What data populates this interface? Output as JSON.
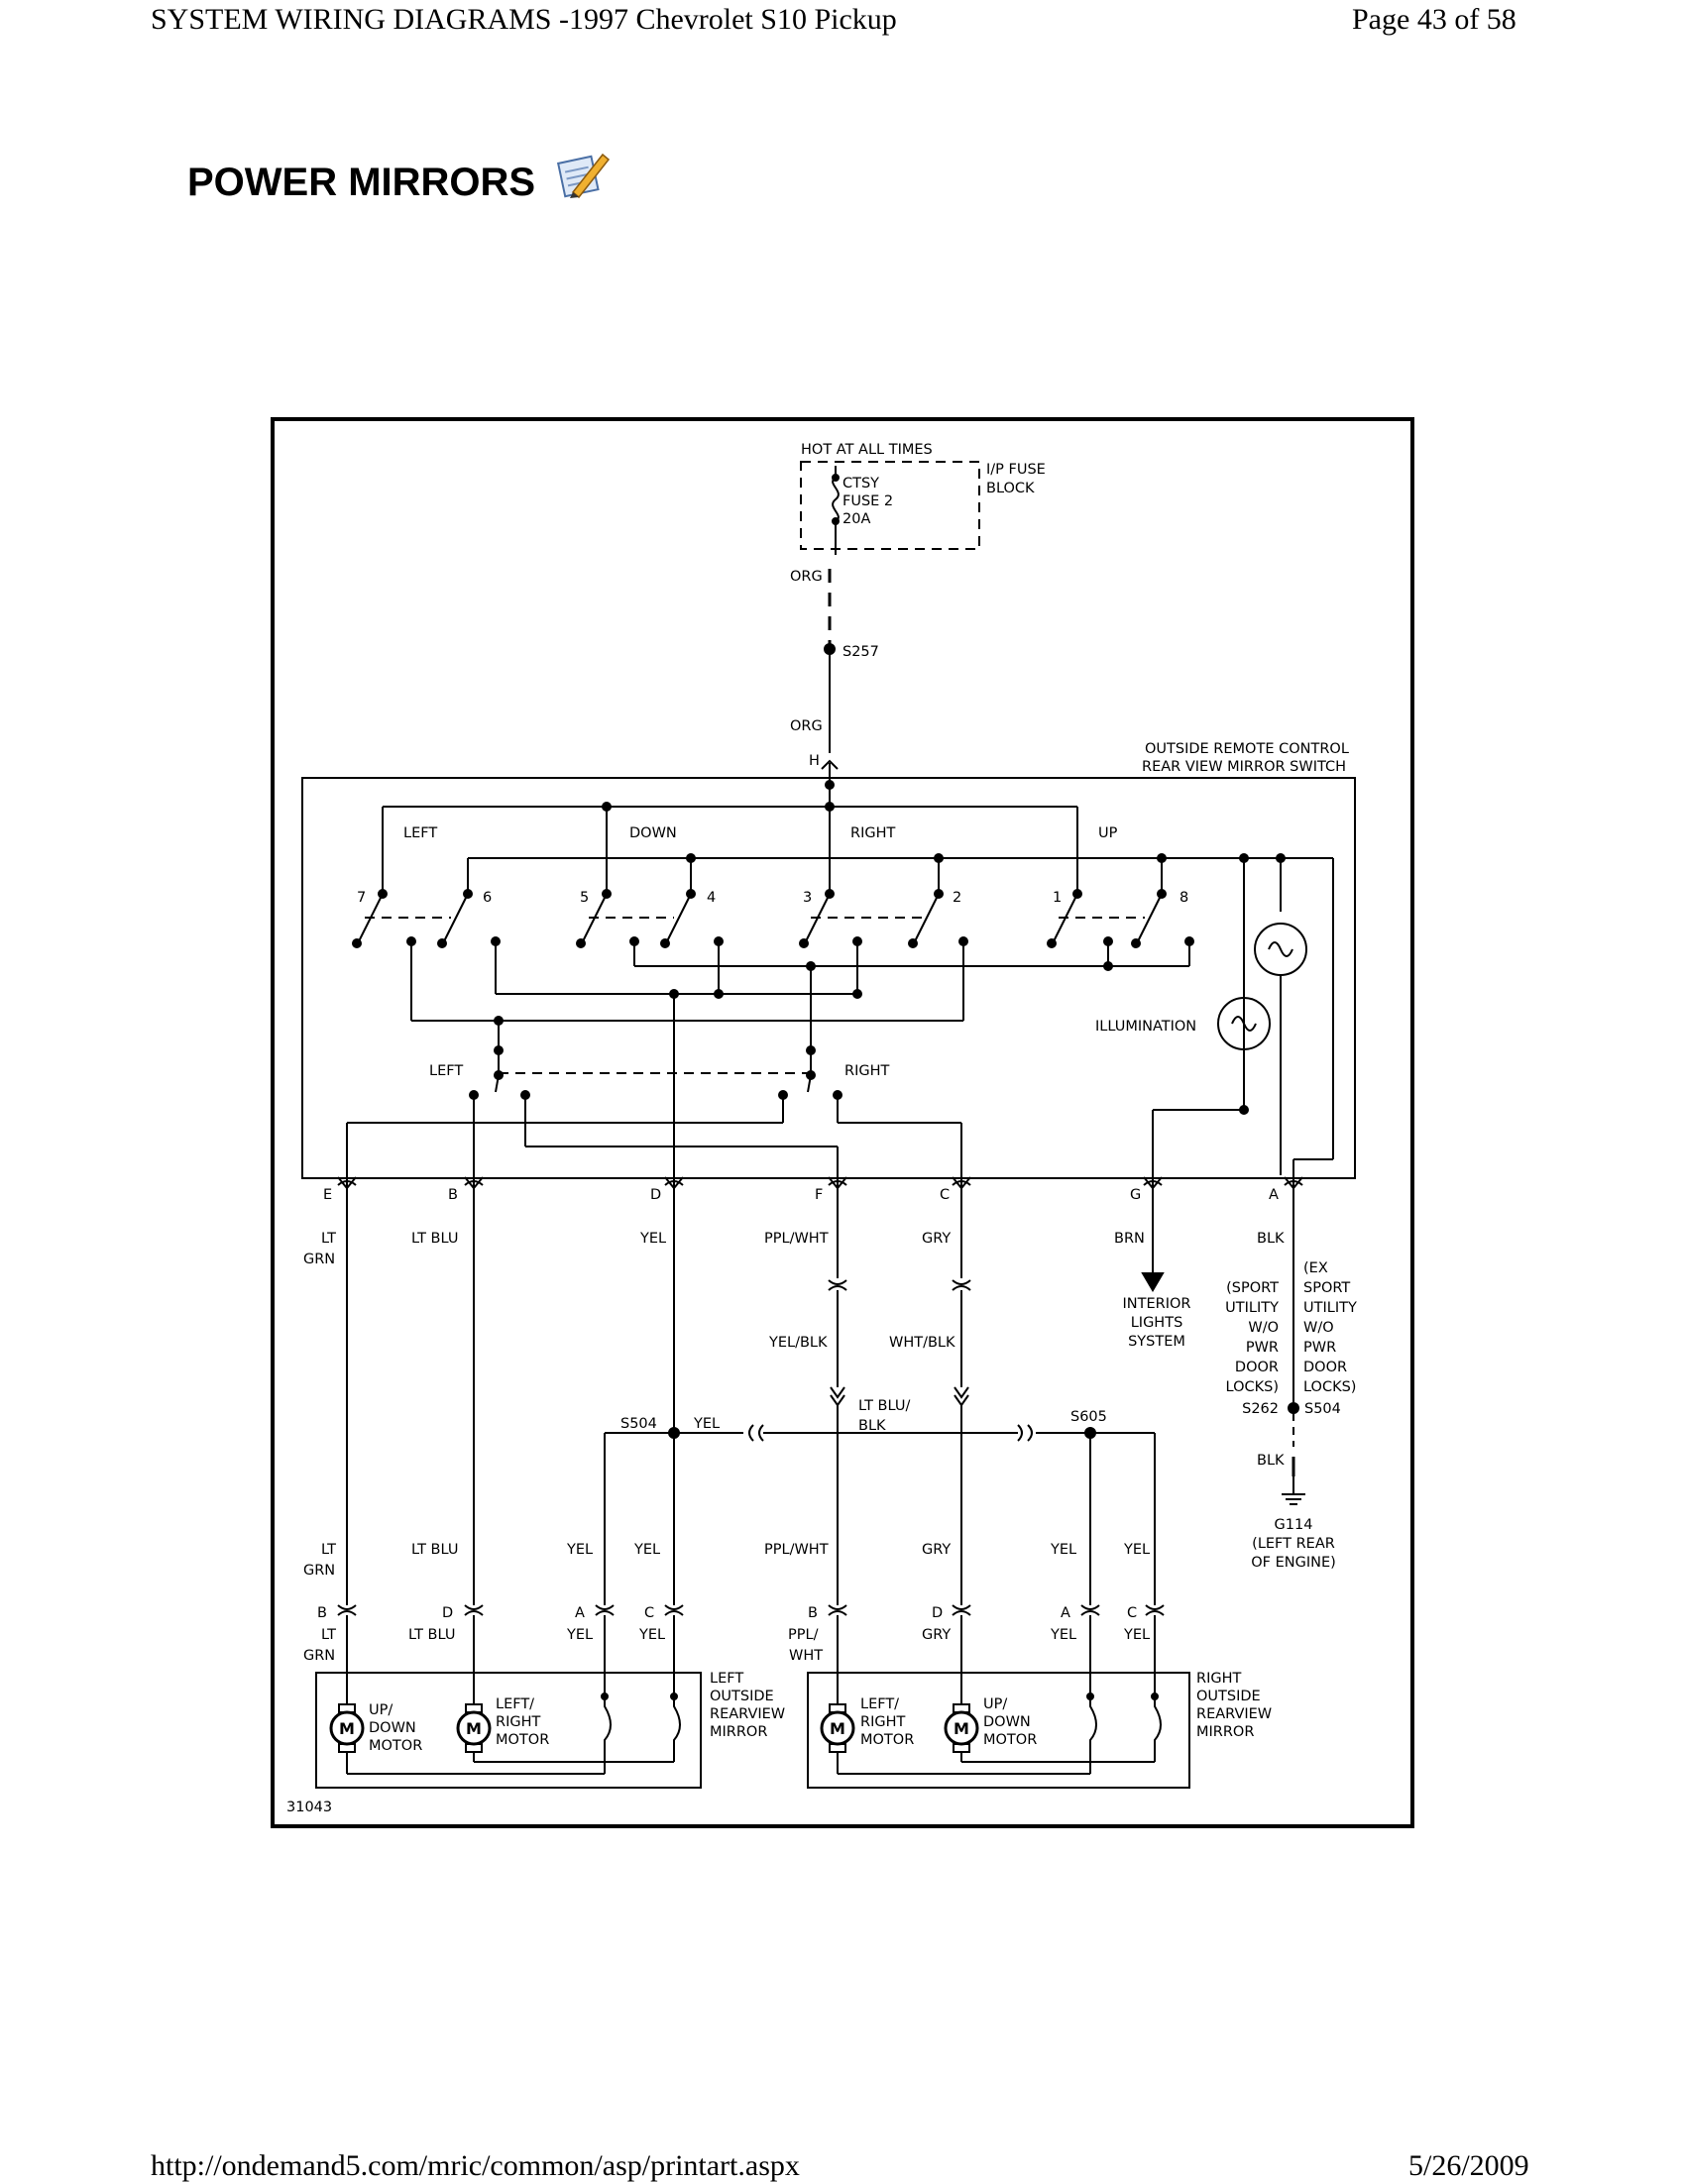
{
  "header": {
    "left": "SYSTEM WIRING DIAGRAMS -1997 Chevrolet S10 Pickup",
    "right": "Page 43 of 58"
  },
  "footer": {
    "url": "http://ondemand5.com/mric/common/asp/printart.aspx",
    "date": "5/26/2009"
  },
  "page_title": "POWER MIRRORS",
  "icons": {
    "edit": "notepad-pencil-icon"
  },
  "diagram": {
    "power_source": {
      "hot": "HOT AT ALL TIMES",
      "fuse": [
        "CTSY",
        "FUSE 2",
        "20A"
      ],
      "fuse_block": [
        "I/P FUSE",
        "BLOCK"
      ],
      "wire_top": "ORG",
      "splice": "S257",
      "wire_bottom": "ORG",
      "pin": "H"
    },
    "switch": {
      "title": [
        "OUTSIDE REMOTE CONTROL",
        "REAR VIEW MIRROR SWITCH"
      ],
      "directions": [
        "LEFT",
        "DOWN",
        "RIGHT",
        "UP"
      ],
      "contacts": [
        "7",
        "6",
        "5",
        "4",
        "3",
        "2",
        "1",
        "8"
      ],
      "selector": [
        "LEFT",
        "RIGHT"
      ],
      "illumination": "ILLUMINATION",
      "pins": [
        "E",
        "B",
        "D",
        "F",
        "C",
        "G",
        "A"
      ]
    },
    "wires": {
      "e": [
        "LT",
        "GRN"
      ],
      "b": "LT BLU",
      "d": "YEL",
      "f": "PPL/WHT",
      "c": "GRY",
      "g": "BRN",
      "a": "BLK",
      "f_mid": "YEL/BLK",
      "c_mid": "WHT/BLK",
      "crossover": [
        "LT BLU/",
        "BLK"
      ],
      "s504_yel": "YEL",
      "blk_lower": "BLK"
    },
    "interior": [
      "INTERIOR",
      "LIGHTS",
      "SYSTEM"
    ],
    "ground_options": {
      "sport": [
        "(SPORT",
        "UTILITY",
        "W/O",
        "PWR",
        "DOOR",
        "LOCKS)"
      ],
      "ex_sport": [
        "(EX",
        "SPORT",
        "UTILITY",
        "W/O",
        "PWR",
        "DOOR",
        "LOCKS)"
      ],
      "s262": "S262",
      "s504": "S504"
    },
    "ground": {
      "id": "G114",
      "desc": [
        "(LEFT REAR",
        "OF ENGINE)"
      ]
    },
    "splices": {
      "s504": "S504",
      "s605": "S605"
    },
    "lower_wires": {
      "l1": [
        "LT",
        "GRN"
      ],
      "l2": "LT BLU",
      "l3": "YEL",
      "l4": "YEL",
      "l5": "PPL/WHT",
      "l6": "GRY",
      "l7": "YEL",
      "l8": "YEL"
    },
    "lower_pins": [
      "B",
      "D",
      "A",
      "C",
      "B",
      "D",
      "A",
      "C"
    ],
    "mirror_wires": {
      "m1": [
        "LT",
        "GRN"
      ],
      "m2": "LT BLU",
      "m3": "YEL",
      "m4": "YEL",
      "m5": [
        "PPL/",
        "WHT"
      ],
      "m6": "GRY",
      "m7": "YEL",
      "m8": "YEL"
    },
    "left_mirror": {
      "label": [
        "LEFT",
        "OUTSIDE",
        "REARVIEW",
        "MIRROR"
      ],
      "motor1": [
        "UP/",
        "DOWN",
        "MOTOR"
      ],
      "motor2": [
        "LEFT/",
        "RIGHT",
        "MOTOR"
      ]
    },
    "right_mirror": {
      "label": [
        "RIGHT",
        "OUTSIDE",
        "REARVIEW",
        "MIRROR"
      ],
      "motor1": [
        "LEFT/",
        "RIGHT",
        "MOTOR"
      ],
      "motor2": [
        "UP/",
        "DOWN",
        "MOTOR"
      ]
    },
    "motor_symbol": "M",
    "figure_id": "31043"
  }
}
